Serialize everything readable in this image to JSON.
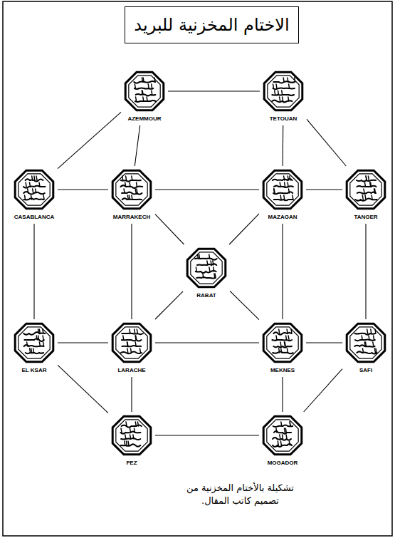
{
  "diagram": {
    "title": "الاختام المخزنية للبريد",
    "caption": "تشكيلة بالأختام المخزنية من تصميم كاتب المقال.",
    "nodes": [
      {
        "text": [
          "AZEMMOUR"
        ]
      },
      {
        "text": [
          "TETOUAN"
        ]
      },
      {
        "text": [
          "CASABLANCA"
        ]
      },
      {
        "text": [
          "MARRAKECH"
        ]
      },
      {
        "text": [
          "MAZAGAN"
        ]
      },
      {
        "text": [
          "TANGER"
        ]
      },
      {
        "text": [
          "RABAT"
        ]
      },
      {
        "text": [
          "EL KSAR"
        ]
      },
      {
        "text": [
          "LARACHE"
        ]
      },
      {
        "text": [
          "MEKNES"
        ]
      },
      {
        "text": [
          "SAFI"
        ]
      },
      {
        "text": [
          "FEZ"
        ]
      },
      {
        "text": [
          "MOGADOR"
        ]
      }
    ],
    "edges": [
      {
        "from": 0,
        "to": 1,
        "arrow": "none"
      },
      {
        "from": 0,
        "to": 2,
        "arrow": "none"
      },
      {
        "from": 0,
        "to": 3,
        "arrow": "none"
      },
      {
        "from": 1,
        "to": 4,
        "arrow": "none"
      },
      {
        "from": 1,
        "to": 5,
        "arrow": "none"
      },
      {
        "from": 2,
        "to": 3,
        "arrow": "none"
      },
      {
        "from": 3,
        "to": 4,
        "arrow": "none"
      },
      {
        "from": 4,
        "to": 5,
        "arrow": "none"
      },
      {
        "from": 3,
        "to": 6,
        "arrow": "none"
      },
      {
        "from": 4,
        "to": 6,
        "arrow": "none"
      },
      {
        "from": 2,
        "to": 7,
        "arrow": "none"
      },
      {
        "from": 3,
        "to": 8,
        "arrow": "none"
      },
      {
        "from": 4,
        "to": 9,
        "arrow": "none"
      },
      {
        "from": 5,
        "to": 10,
        "arrow": "none"
      },
      {
        "from": 6,
        "to": 8,
        "arrow": "none"
      },
      {
        "from": 6,
        "to": 9,
        "arrow": "none"
      },
      {
        "from": 7,
        "to": 8,
        "arrow": "none"
      },
      {
        "from": 8,
        "to": 9,
        "arrow": "none"
      },
      {
        "from": 9,
        "to": 10,
        "arrow": "none"
      },
      {
        "from": 7,
        "to": 11,
        "arrow": "none"
      },
      {
        "from": 8,
        "to": 11,
        "arrow": "none"
      },
      {
        "from": 9,
        "to": 12,
        "arrow": "none"
      },
      {
        "from": 10,
        "to": 12,
        "arrow": "none"
      },
      {
        "from": 11,
        "to": 12,
        "arrow": "none"
      }
    ]
  }
}
